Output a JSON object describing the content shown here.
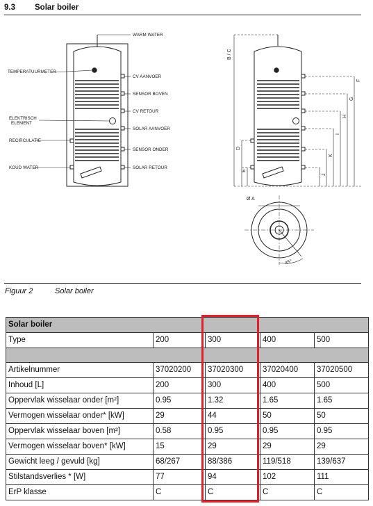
{
  "section": {
    "number": "9.3",
    "title": "Solar boiler"
  },
  "labels": {
    "left": [
      "TEMPERATUURMETER",
      "ELEKTRISCH",
      "ELEMENT",
      "RECIRCULATIE",
      "KOUD WATER"
    ],
    "right": [
      "WARM WATER",
      "CV AANVOER",
      "SENSOR BOVEN",
      "CV RETOUR",
      "SOLAR AANVOER",
      "SENSOR ONDER",
      "SOLAR RETOUR"
    ]
  },
  "dimensions": {
    "bc": "B / C",
    "d": "D",
    "e": "E",
    "f": "F",
    "g": "G",
    "h": "H",
    "i": "I",
    "j": "J",
    "k": "K",
    "diameter": "Ø A",
    "angle": "45°"
  },
  "caption": {
    "figure": "Figuur 2",
    "text": "Solar boiler"
  },
  "table": {
    "title": "Solar boiler",
    "type_label": "Type",
    "types": [
      "200",
      "300",
      "400",
      "500"
    ],
    "rows": [
      {
        "label": "Artikelnummer",
        "values": [
          "37020200",
          "37020300",
          "37020400",
          "37020500"
        ]
      },
      {
        "label": "Inhoud [L]",
        "values": [
          "200",
          "300",
          "400",
          "500"
        ]
      },
      {
        "label": "Oppervlak wisselaar onder [m²]",
        "values": [
          "0.95",
          "1.32",
          "1.65",
          "1.65"
        ]
      },
      {
        "label": "Vermogen wisselaar onder* [kW]",
        "values": [
          "29",
          "44",
          "50",
          "50"
        ]
      },
      {
        "label": "Oppervlak wisselaar boven [m²]",
        "values": [
          "0.58",
          "0.95",
          "0.95",
          "0.95"
        ]
      },
      {
        "label": "Vermogen wisselaar boven* [kW]",
        "values": [
          "15",
          "29",
          "29",
          "29"
        ]
      },
      {
        "label": "Gewicht leeg / gevuld [kg]",
        "values": [
          "68/267",
          "88/386",
          "119/518",
          "139/637"
        ]
      },
      {
        "label": "Stilstandsverlies * [W]",
        "values": [
          "77",
          "94",
          "102",
          "111"
        ]
      },
      {
        "label": "ErP klasse",
        "values": [
          "C",
          "C",
          "C",
          "C"
        ]
      }
    ]
  }
}
